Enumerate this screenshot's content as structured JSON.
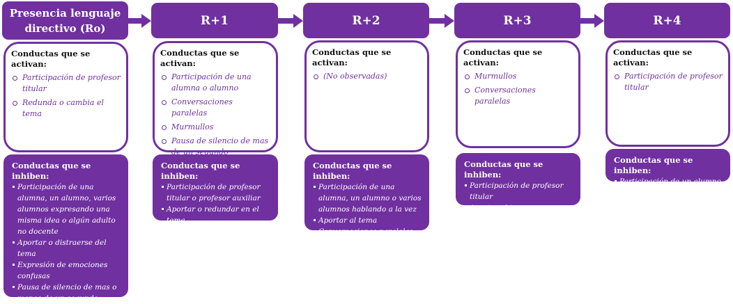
{
  "colors": {
    "accent": "#7030a0"
  },
  "columns": [
    {
      "header": "Presencia lenguaje directivo (Ro)",
      "activan_title": "Conductas que se activan:",
      "activan": [
        "Participación de profesor titular",
        "Redunda o cambia el tema"
      ],
      "inhiben_title": "Conductas que se inhiben:",
      "inhiben": [
        "Participación de una alumna, un alumno, varios alumnos expresando una misma idea o algún adulto no docente",
        "Aportar o distraerse del tema",
        "Expresión de emociones confusas",
        "Pausa de silencio de mas o menos de un segundo"
      ]
    },
    {
      "header": "R+1",
      "activan_title": "Conductas que se activan:",
      "activan": [
        "Participación de una alumna o alumno",
        "Conversaciones paralelas",
        "Murmullos",
        "Pausa de silencio de mas de un segundo"
      ],
      "inhiben_title": "Conductas que se inhiben:",
      "inhiben": [
        "Participación de profesor titular o profesor auxiliar",
        "Aportar o redundar en el tema"
      ]
    },
    {
      "header": "R+2",
      "activan_title": "Conductas que se activan:",
      "activan": [
        "(No observadas)"
      ],
      "inhiben_title": "Conductas que se inhiben:",
      "inhiben": [
        "Participación de una alumna, un alumno o varios alumnos hablando a la vez",
        "Aportar al tema",
        "Conversaciones paralelas"
      ]
    },
    {
      "header": "R+3",
      "activan_title": "Conductas que se activan:",
      "activan": [
        "Murmullos",
        "Conversaciones paralelas"
      ],
      "inhiben_title": "Conductas que se inhiben:",
      "inhiben": [
        "Participación de profesor titular",
        "Aportar al tema"
      ]
    },
    {
      "header": "R+4",
      "activan_title": "Conductas que se activan:",
      "activan": [
        "Participación de profesor titular"
      ],
      "inhiben_title": "Conductas que se inhiben:",
      "inhiben": [
        "Participación de un alumno"
      ]
    }
  ]
}
